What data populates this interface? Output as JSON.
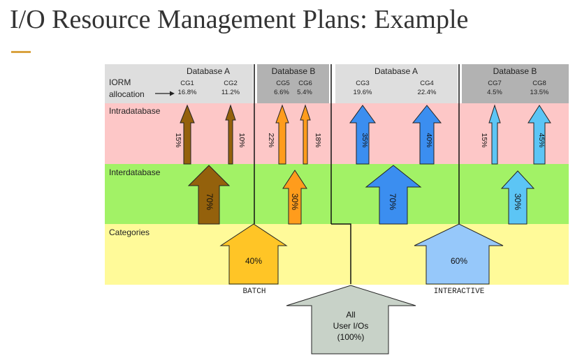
{
  "title": "I/O Resource Management Plans: Example",
  "rows": {
    "iorm_label_1": "IORM",
    "iorm_label_2": "allocation",
    "intradatabase": "Intradatabase",
    "interdatabase": "Interdatabase",
    "categories": "Categories"
  },
  "databases": [
    {
      "label": "Database A",
      "category": "BATCH",
      "interdb_pct": "70%"
    },
    {
      "label": "Database B",
      "category": "BATCH",
      "interdb_pct": "30%"
    },
    {
      "label": "Database A",
      "category": "INTERACTIVE",
      "interdb_pct": "70%"
    },
    {
      "label": "Database B",
      "category": "INTERACTIVE",
      "interdb_pct": "30%"
    }
  ],
  "consumer_groups": [
    {
      "name": "CG1",
      "iorm": "16.8%",
      "intra_pct": "15%"
    },
    {
      "name": "CG2",
      "iorm": "11.2%",
      "intra_pct": "10%"
    },
    {
      "name": "CG5",
      "iorm": "6.6%",
      "intra_pct": "22%"
    },
    {
      "name": "CG6",
      "iorm": "5.4%",
      "intra_pct": "18%"
    },
    {
      "name": "CG3",
      "iorm": "19.6%",
      "intra_pct": "35%"
    },
    {
      "name": "CG4",
      "iorm": "22.4%",
      "intra_pct": "40%"
    },
    {
      "name": "CG7",
      "iorm": "4.5%",
      "intra_pct": "15%"
    },
    {
      "name": "CG8",
      "iorm": "13.5%",
      "intra_pct": "45%"
    }
  ],
  "categories": [
    {
      "name": "BATCH",
      "pct": "40%"
    },
    {
      "name": "INTERACTIVE",
      "pct": "60%"
    }
  ],
  "root": {
    "line1": "All",
    "line2": "User I/Os",
    "line3": "(100%)"
  },
  "colors": {
    "intradatabase_band": "#fdc7c7",
    "interdatabase_band": "#a2f266",
    "categories_band": "#fffa99",
    "header_light": "#dedede",
    "header_dark": "#b2b2b2",
    "brown": "#94610c",
    "orange": "#ff9c1c",
    "blue": "#3b8ef0",
    "light_blue": "#5cc5f5",
    "batch_yellow": "#ffc526",
    "interactive_blue": "#96c8fa",
    "root_gray": "#c8d2c8",
    "accent": "#d9a240"
  }
}
